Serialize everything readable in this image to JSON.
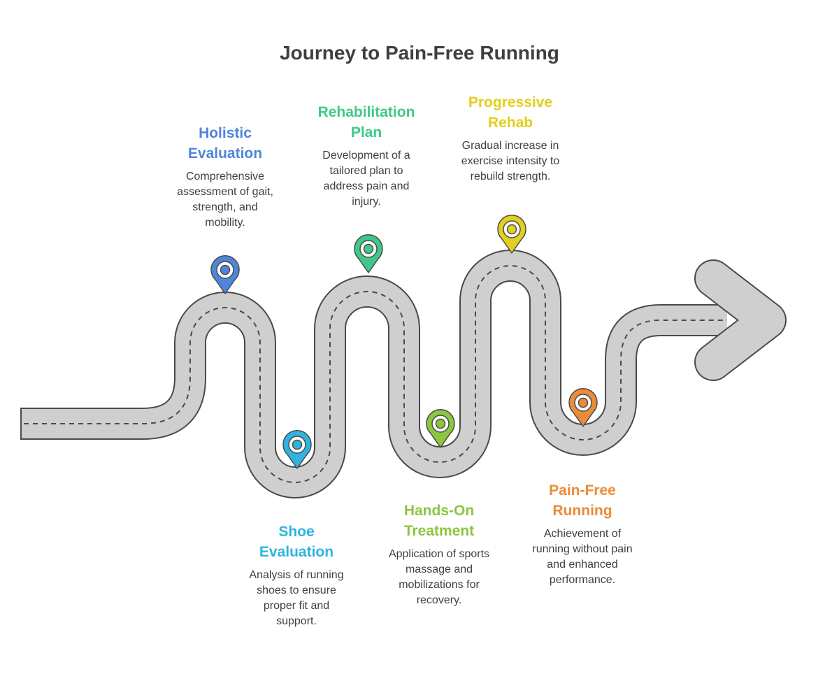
{
  "title": "Journey to Pain-Free Running",
  "colors": {
    "road_fill": "#cfcfcf",
    "road_stroke": "#4a4a4a",
    "road_dash": "#4a4a4a"
  },
  "steps": [
    {
      "id": "holistic",
      "title": "Holistic\nEvaluation",
      "description": "Comprehensive\nassessment of gait,\nstrength, and\nmobility.",
      "color": "#4f86db",
      "icon": "map-pin-icon"
    },
    {
      "id": "shoe",
      "title": "Shoe\nEvaluation",
      "description": "Analysis of running\nshoes to ensure\nproper fit and\nsupport.",
      "color": "#2fb4e0",
      "icon": "map-pin-icon"
    },
    {
      "id": "rehab-plan",
      "title": "Rehabilitation\nPlan",
      "description": "Development of a\ntailored plan to\naddress pain and\ninjury.",
      "color": "#3ec98a",
      "icon": "map-pin-icon"
    },
    {
      "id": "hands-on",
      "title": "Hands-On\nTreatment",
      "description": "Application of sports\nmassage and\nmobilizations for\nrecovery.",
      "color": "#8cc63f",
      "icon": "map-pin-icon"
    },
    {
      "id": "progressive",
      "title": "Progressive\nRehab",
      "description": "Gradual increase in\nexercise intensity to\nrebuild strength.",
      "color": "#e2cf1e",
      "icon": "map-pin-icon"
    },
    {
      "id": "pain-free",
      "title": "Pain-Free\nRunning",
      "description": "Achievement of\nrunning without pain\nand enhanced\nperformance.",
      "color": "#ea8c3a",
      "icon": "map-pin-icon"
    }
  ]
}
